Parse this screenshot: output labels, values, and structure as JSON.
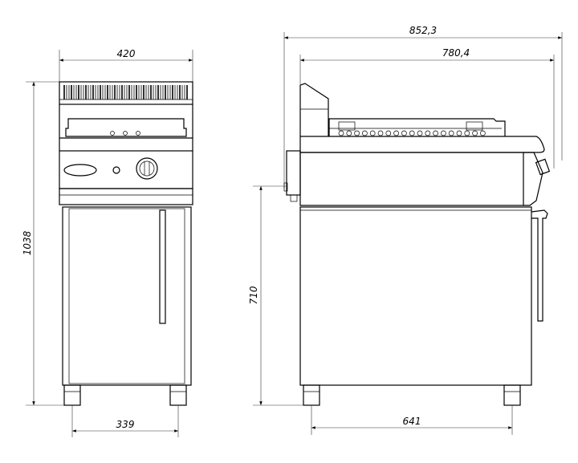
{
  "drawing": {
    "front_view": {
      "width_top": "420",
      "height_total": "1038",
      "width_base": "339"
    },
    "side_view": {
      "depth_overall": "852,3",
      "depth_top": "780,4",
      "height_cabinet": "710",
      "depth_base": "641"
    }
  }
}
